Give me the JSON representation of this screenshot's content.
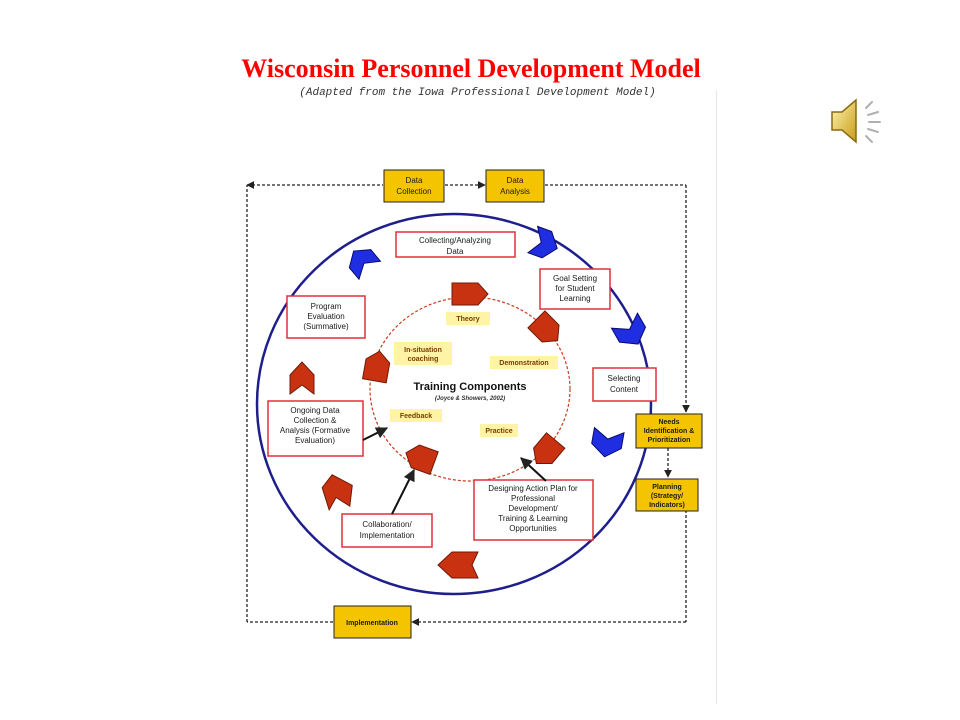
{
  "title": "Wisconsin Personnel Development Model",
  "subtitle": "(Adapted from the Iowa Professional Development Model)",
  "icons": {
    "speaker": "speaker-sound-icon"
  },
  "colors": {
    "title": "#ff0000",
    "outer_circle": "#1e1e8c",
    "inner_circle": "#c83c1e",
    "box_border": "#e0303a",
    "yellow_box": "#f5c400",
    "blue_arrow": "#1f2ee0",
    "red_arrow": "#c83210",
    "inner_label_bg": "#fff3a6"
  },
  "outer_boxes": {
    "data_collection": [
      "Data",
      "Collection"
    ],
    "data_analysis": [
      "Data",
      "Analysis"
    ],
    "needs": [
      "Needs",
      "Identification &",
      "Prioritization"
    ],
    "planning": [
      "Planning",
      "(Strategy/",
      "Indicators)"
    ],
    "implementation": [
      "Implementation"
    ]
  },
  "cycle_boxes": {
    "collecting": [
      "Collecting/Analyzing",
      "Data"
    ],
    "goal_setting": [
      "Goal Setting",
      "for Student",
      "Learning"
    ],
    "selecting": [
      "Selecting",
      "Content"
    ],
    "designing": [
      "Designing Action Plan for",
      "Professional",
      "Development/",
      "Training & Learning",
      "Opportunities"
    ],
    "collaboration": [
      "Collaboration/",
      "Implementation"
    ],
    "ongoing": [
      "Ongoing Data",
      "Collection &",
      "Analysis (Formative",
      "Evaluation)"
    ],
    "program": [
      "Program",
      "Evaluation",
      "(Summative)"
    ]
  },
  "training": {
    "title": "Training Components",
    "citation": "(Joyce & Showers, 2002)",
    "theory": [
      "Theory"
    ],
    "demonstration": [
      "Demonstration"
    ],
    "practice": [
      "Practice"
    ],
    "feedback": [
      "Feedback"
    ],
    "coaching": [
      "In-situation",
      "coaching"
    ]
  }
}
